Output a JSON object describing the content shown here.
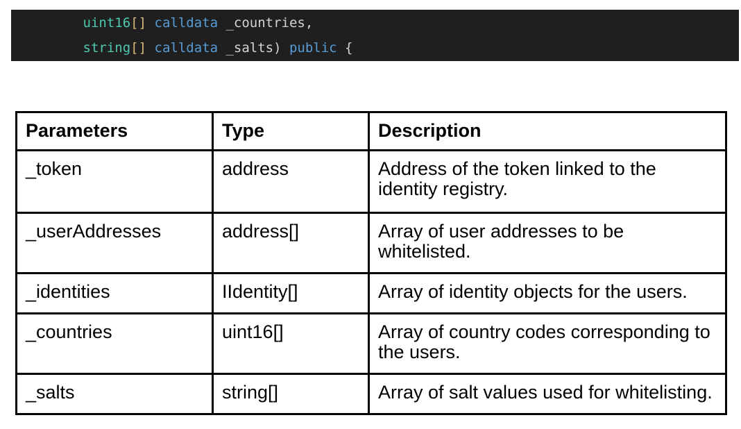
{
  "page": {
    "background": "#ffffff"
  },
  "code_block": {
    "background": "#1f1f1f",
    "token_colors": {
      "type": "#4EC9B0",
      "keyword": "#569CD6",
      "plain": "#D4D4D4",
      "bracket": "#D7BA7D"
    },
    "lines": [
      [
        {
          "text": "        ",
          "style": "plain"
        },
        {
          "text": "uint16",
          "style": "type"
        },
        {
          "text": "[]",
          "style": "bracket"
        },
        {
          "text": " ",
          "style": "plain"
        },
        {
          "text": "calldata",
          "style": "keyword"
        },
        {
          "text": " _countries,",
          "style": "plain"
        }
      ],
      [
        {
          "text": "        ",
          "style": "plain"
        },
        {
          "text": "string",
          "style": "type"
        },
        {
          "text": "[]",
          "style": "bracket"
        },
        {
          "text": " ",
          "style": "plain"
        },
        {
          "text": "calldata",
          "style": "keyword"
        },
        {
          "text": " _salts) ",
          "style": "plain"
        },
        {
          "text": "public",
          "style": "keyword"
        },
        {
          "text": " {",
          "style": "plain"
        }
      ]
    ]
  },
  "table": {
    "headers": [
      {
        "label": "Parameters"
      },
      {
        "label": "Type"
      },
      {
        "label": "Description"
      }
    ],
    "rows": [
      {
        "parameter": "_token",
        "type": "address",
        "description": "Address of the token linked to the identity registry."
      },
      {
        "parameter": "_userAddresses",
        "type": "address[]",
        "description": "Array of user addresses to be whitelisted."
      },
      {
        "parameter": "_identities",
        "type": "IIdentity[]",
        "description": "Array of identity objects for the users."
      },
      {
        "parameter": "_countries",
        "type": "uint16[]",
        "description": "Array of country codes corresponding to the users."
      },
      {
        "parameter": "_salts",
        "type": "string[]",
        "description": "Array of salt values used for whitelisting."
      }
    ]
  }
}
